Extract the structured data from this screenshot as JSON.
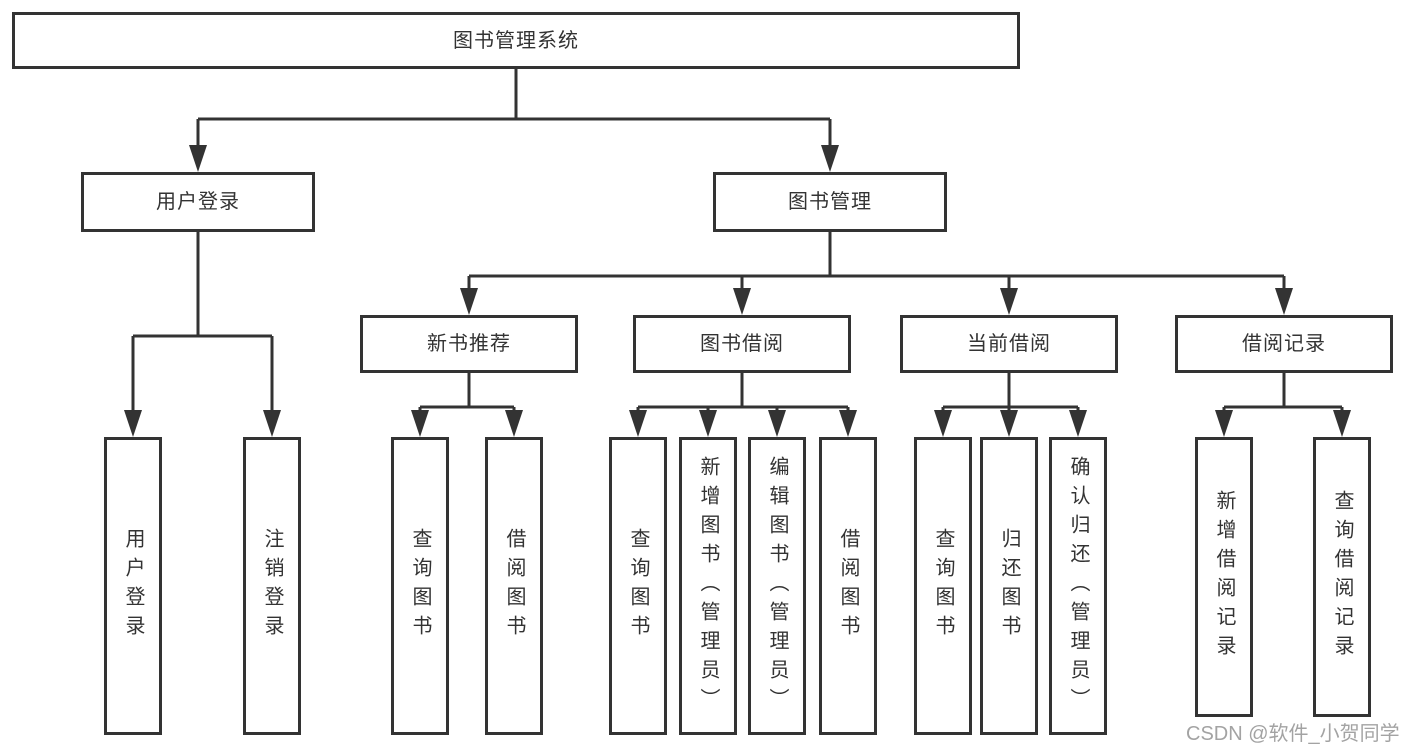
{
  "diagram_type": "hierarchy-tree",
  "nodes": {
    "root": "图书管理系统",
    "userLogin": "用户登录",
    "bookMgmt": "图书管理",
    "newBookRec": "新书推荐",
    "bookBorrow": "图书借阅",
    "currentBorrow": "当前借阅",
    "borrowRecords": "借阅记录",
    "leafUserLogin": "用户登录",
    "leafLogout": "注销登录",
    "leafQueryBooks1": "查询图书",
    "leafBorrowBooks1": "借阅图书",
    "leafQueryBooks2": "查询图书",
    "leafAddBooks": "新增图书（管理员）",
    "leafEditBooks": "编辑图书（管理员）",
    "leafBorrowBooks2": "借阅图书",
    "leafQueryBooks3": "查询图书",
    "leafReturnBooks": "归还图书",
    "leafConfirmReturn": "确认归还（管理员）",
    "leafAddBorrowRecord": "新增借阅记录",
    "leafQueryBorrowRecord": "查询借阅记录"
  },
  "hierarchy": {
    "图书管理系统": [
      "用户登录",
      "图书管理"
    ],
    "用户登录": [
      "用户登录",
      "注销登录"
    ],
    "图书管理": [
      "新书推荐",
      "图书借阅",
      "当前借阅",
      "借阅记录"
    ],
    "新书推荐": [
      "查询图书",
      "借阅图书"
    ],
    "图书借阅": [
      "查询图书",
      "新增图书（管理员）",
      "编辑图书（管理员）",
      "借阅图书"
    ],
    "当前借阅": [
      "查询图书",
      "归还图书",
      "确认归还（管理员）"
    ],
    "借阅记录": [
      "新增借阅记录",
      "查询借阅记录"
    ]
  },
  "watermark": "CSDN @软件_小贺同学",
  "colors": {
    "line": "#333333",
    "box_border": "#333333",
    "text": "#333333",
    "background": "#ffffff",
    "watermark": "#a3a3a3"
  }
}
